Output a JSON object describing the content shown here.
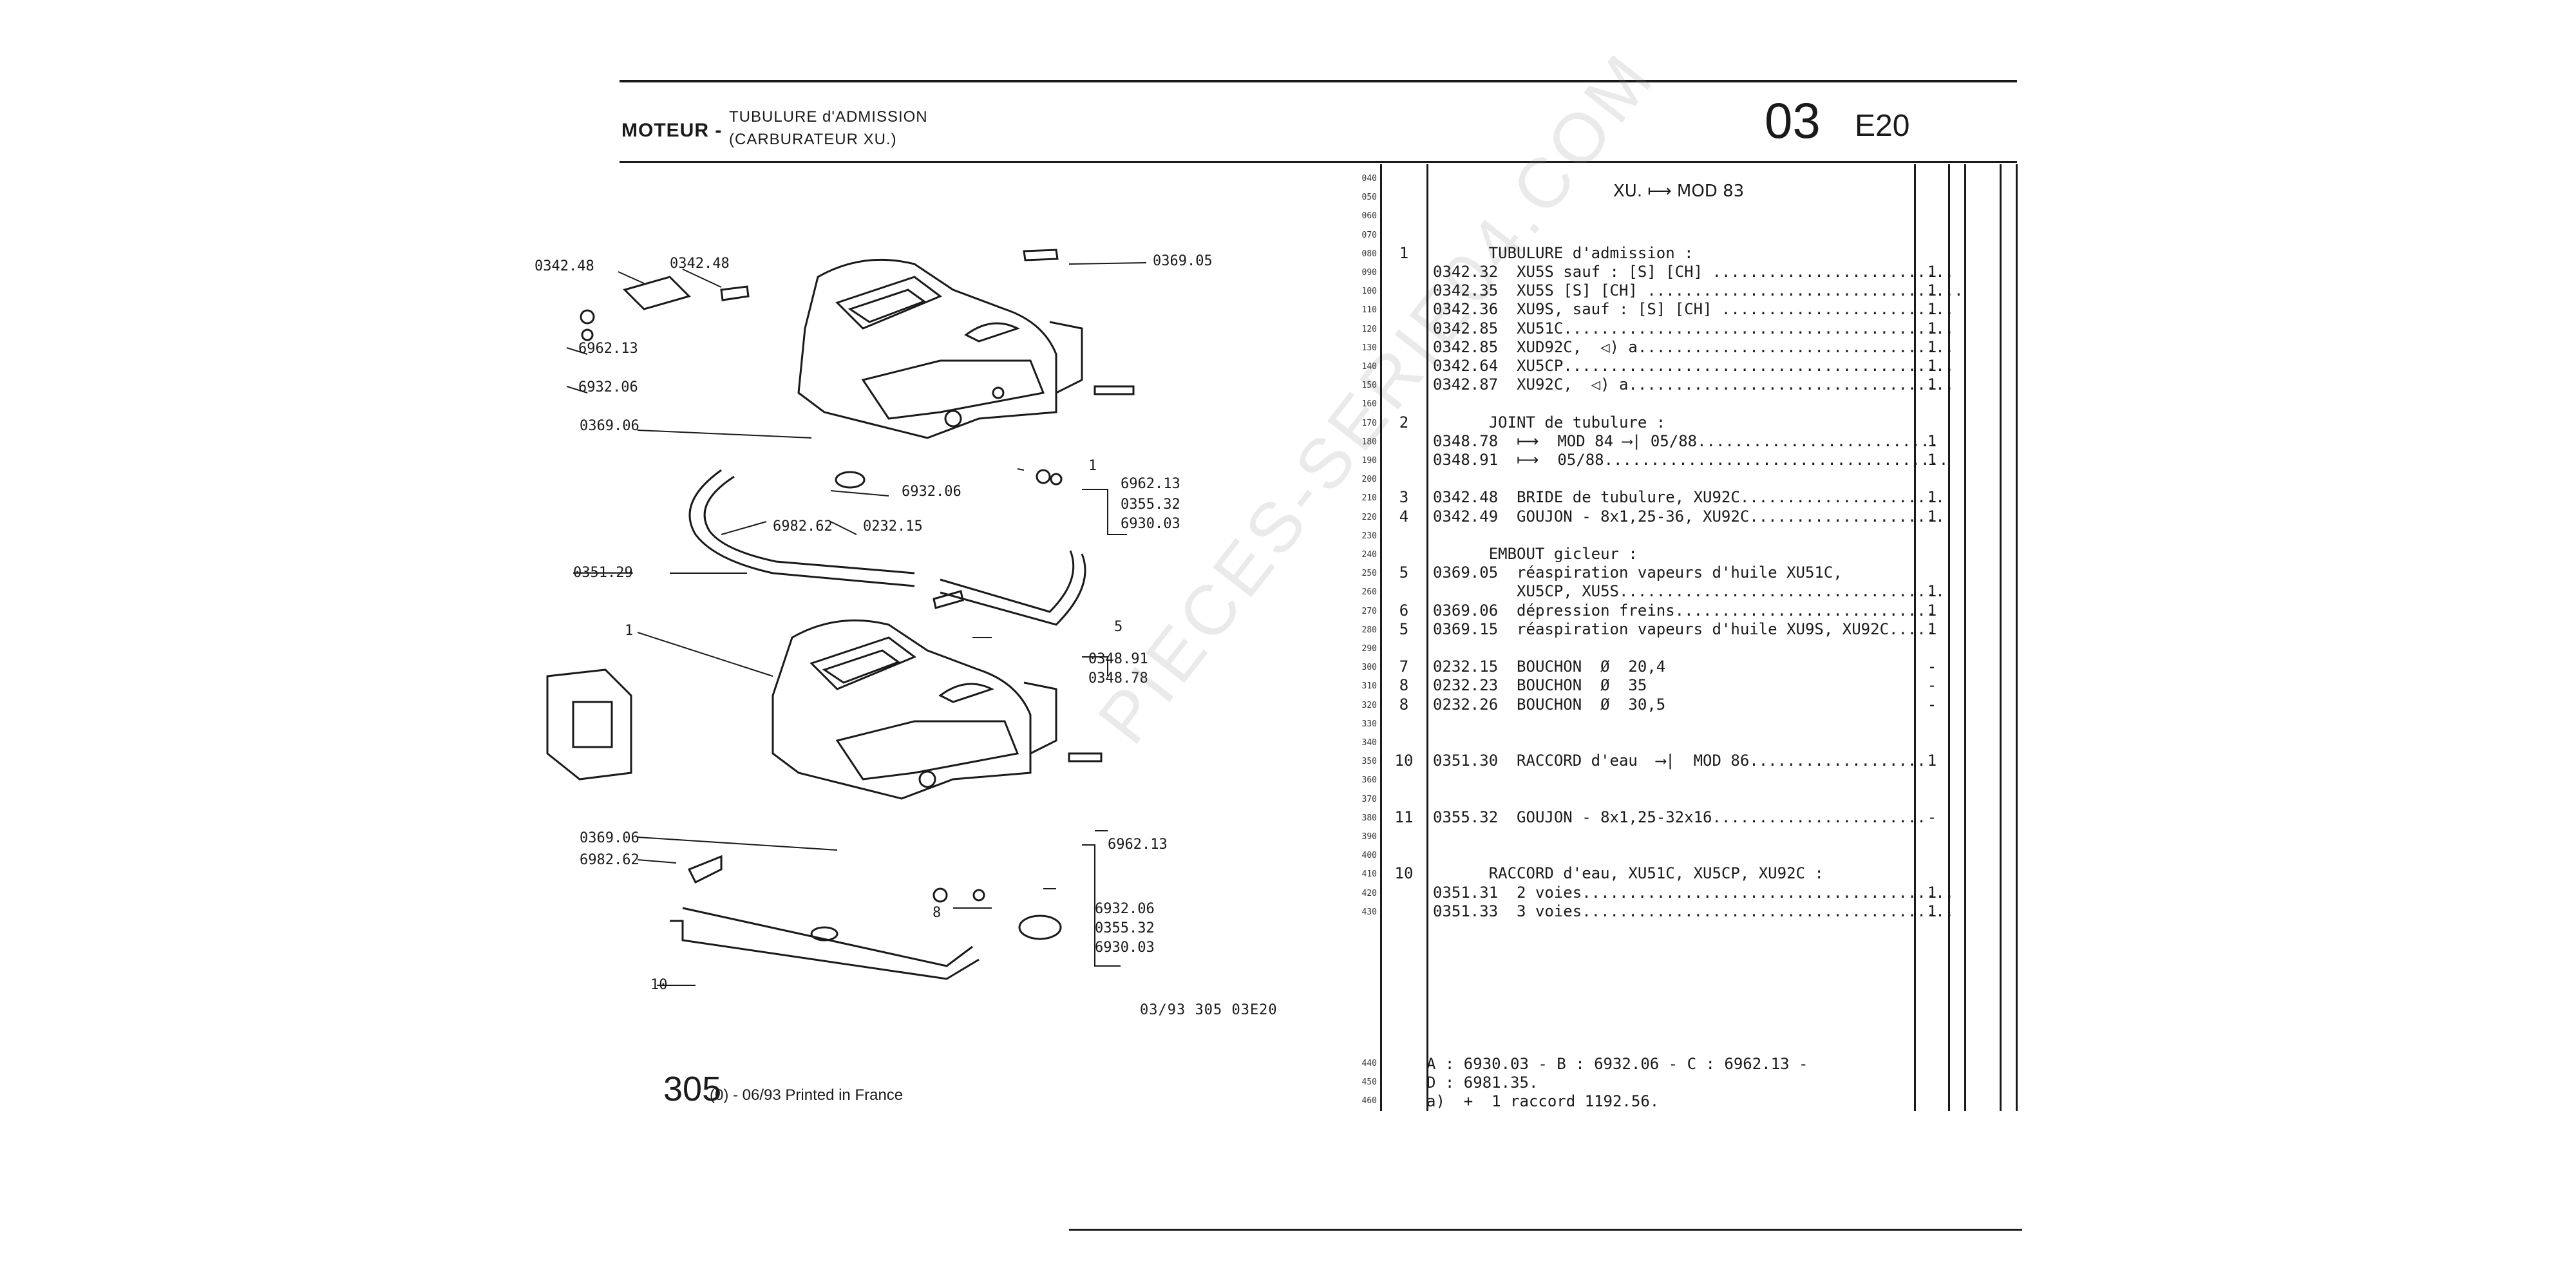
{
  "header": {
    "section": "MOTEUR -",
    "title_line1": "TUBULURE d'ADMISSION",
    "title_line2": "(CARBURATEUR XU.)",
    "group_number": "03",
    "plate_code": "E20"
  },
  "applicability": "XU.  ⟼  MOD 83",
  "line_numbers": [
    "040",
    "050",
    "060",
    "070",
    "080",
    "090",
    "100",
    "110",
    "120",
    "130",
    "140",
    "150",
    "160",
    "170",
    "180",
    "190",
    "200",
    "210",
    "220",
    "230",
    "240",
    "250",
    "260",
    "270",
    "280",
    "290",
    "300",
    "310",
    "320",
    "330",
    "340",
    "350",
    "360",
    "370",
    "380",
    "390",
    "400",
    "410",
    "420",
    "430"
  ],
  "rows": [
    {
      "line": 4,
      "pos": "1",
      "desc": "      TUBULURE d'admission :",
      "qty": ""
    },
    {
      "line": 5,
      "pos": "",
      "desc": "0342.32  XU5S sauf : [S] [CH] ..........................",
      "qty": "1"
    },
    {
      "line": 6,
      "pos": "",
      "desc": "0342.35  XU5S [S] [CH] ..................................",
      "qty": "1"
    },
    {
      "line": 7,
      "pos": "",
      "desc": "0342.36  XU9S, sauf : [S] [CH] .........................",
      "qty": "1"
    },
    {
      "line": 8,
      "pos": "",
      "desc": "0342.85  XU51C..........................................",
      "qty": "1"
    },
    {
      "line": 9,
      "pos": "",
      "desc": "0342.85  XUD92C,  ◁) a..................................",
      "qty": "1"
    },
    {
      "line": 10,
      "pos": "",
      "desc": "0342.64  XU5CP..........................................",
      "qty": "1"
    },
    {
      "line": 11,
      "pos": "",
      "desc": "0342.87  XU92C,  ◁) a...................................",
      "qty": "1"
    },
    {
      "line": 13,
      "pos": "2",
      "desc": "      JOINT de tubulure :",
      "qty": ""
    },
    {
      "line": 14,
      "pos": "",
      "desc": "0348.78  ⟼  MOD 84 ⟶| 05/88..........................",
      "qty": "1"
    },
    {
      "line": 15,
      "pos": "",
      "desc": "0348.91  ⟼  05/88.....................................",
      "qty": "1"
    },
    {
      "line": 17,
      "pos": "3",
      "desc": "0342.48  BRIDE de tubulure, XU92C......................",
      "qty": "1"
    },
    {
      "line": 18,
      "pos": "4",
      "desc": "0342.49  GOUJON - 8x1,25-36, XU92C.....................",
      "qty": "1"
    },
    {
      "line": 20,
      "pos": "",
      "desc": "      EMBOUT gicleur :",
      "qty": ""
    },
    {
      "line": 21,
      "pos": "5",
      "desc": "0369.05  réaspiration vapeurs d'huile XU51C,",
      "qty": ""
    },
    {
      "line": 22,
      "pos": "",
      "desc": "         XU5CP, XU5S...................................",
      "qty": "1"
    },
    {
      "line": 23,
      "pos": "6",
      "desc": "0369.06  dépression freins............................",
      "qty": "1"
    },
    {
      "line": 24,
      "pos": "5",
      "desc": "0369.15  réaspiration vapeurs d'huile XU9S, XU92C.....",
      "qty": "1"
    },
    {
      "line": 26,
      "pos": "7",
      "desc": "0232.15  BOUCHON  Ø  20,4",
      "qty": "-"
    },
    {
      "line": 27,
      "pos": "8",
      "desc": "0232.23  BOUCHON  Ø  35",
      "qty": "-"
    },
    {
      "line": 28,
      "pos": "8",
      "desc": "0232.26  BOUCHON  Ø  30,5",
      "qty": "-"
    },
    {
      "line": 31,
      "pos": "10",
      "desc": "0351.30  RACCORD d'eau  ⟶|  MOD 86...................",
      "qty": "1"
    },
    {
      "line": 34,
      "pos": "11",
      "desc": "0355.32  GOUJON - 8x1,25-32x16.......................",
      "qty": "-"
    },
    {
      "line": 37,
      "pos": "10",
      "desc": "      RACCORD d'eau, XU51C, XU5CP, XU92C :",
      "qty": ""
    },
    {
      "line": 38,
      "pos": "",
      "desc": "0351.31  2 voies........................................",
      "qty": "1"
    },
    {
      "line": 39,
      "pos": "",
      "desc": "0351.33  3 voies........................................",
      "qty": "1"
    }
  ],
  "notes": {
    "line_numbers": [
      "440",
      "450",
      "460"
    ],
    "lines": [
      "A : 6930.03 - B : 6932.06 - C : 6962.13 -",
      "D : 6981.35.",
      "a)  +  1 raccord 1192.56."
    ]
  },
  "diagram": {
    "callouts_top": [
      "0342.48",
      "0342.48",
      "0369.05",
      "6962.13",
      "6932.06",
      "0369.06",
      "6932.06",
      "6962.13",
      "0355.32",
      "6930.03",
      "6982.62",
      "0232.15",
      "0351.29",
      "1"
    ],
    "callouts_bottom": [
      "1",
      "5",
      "0348.91",
      "0348.78",
      "0369.06",
      "6982.62",
      "6962.13",
      "6932.06",
      "0355.32",
      "6930.03",
      "8",
      "10"
    ],
    "reference": "03/93  305  03E20"
  },
  "watermark": "PIECES-SERIE04.COM",
  "footer": {
    "model": "305",
    "text": "(0) - 06/93 Printed in France"
  }
}
